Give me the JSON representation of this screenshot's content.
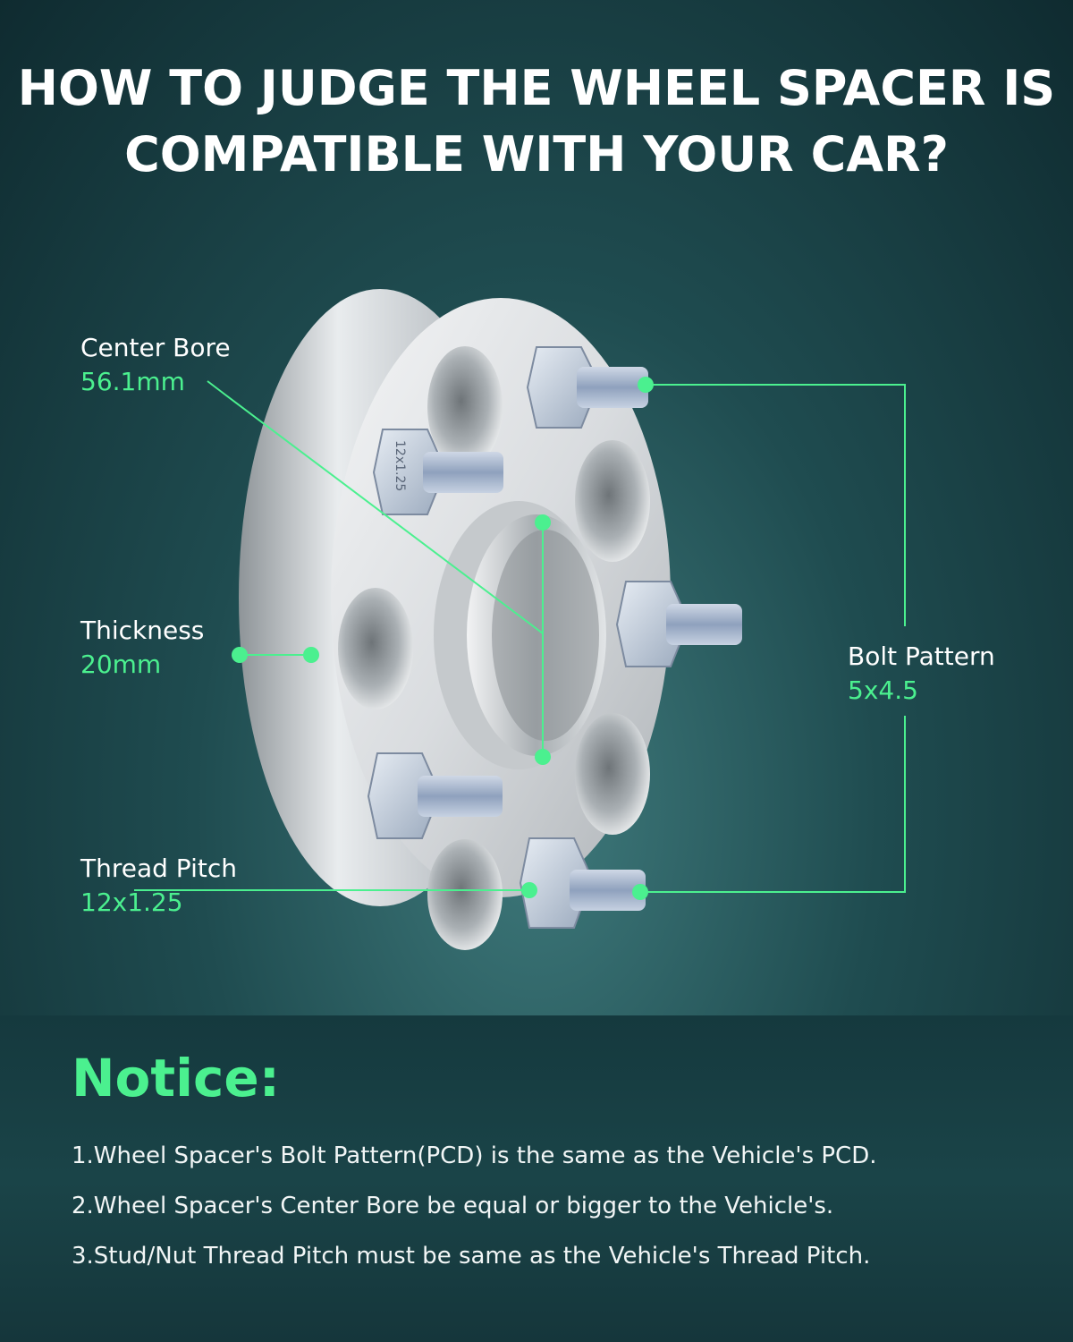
{
  "header": {
    "title_line1": "HOW TO JUDGE THE WHEEL SPACER IS",
    "title_line2": "COMPATIBLE WITH YOUR CAR?"
  },
  "specs": {
    "center_bore": {
      "name": "Center Bore",
      "value": "56.1mm"
    },
    "thickness": {
      "name": "Thickness",
      "value": "20mm"
    },
    "thread_pitch": {
      "name": "Thread Pitch",
      "value": "12x1.25"
    },
    "bolt_pattern": {
      "name": "Bolt Pattern",
      "value": "5x4.5"
    }
  },
  "nut_marking": "12x1.25",
  "notice": {
    "title": "Notice:",
    "items": [
      "1.Wheel Spacer's Bolt Pattern(PCD) is the same as the Vehicle's PCD.",
      "2.Wheel Spacer's Center Bore be equal or bigger to the Vehicle's.",
      "3.Stud/Nut Thread Pitch must be same as the Vehicle's Thread Pitch."
    ]
  },
  "colors": {
    "accent": "#4bf08f",
    "background": "#1f4c50",
    "text": "#ffffff"
  },
  "icons": {
    "product": "wheel-spacer-image"
  }
}
